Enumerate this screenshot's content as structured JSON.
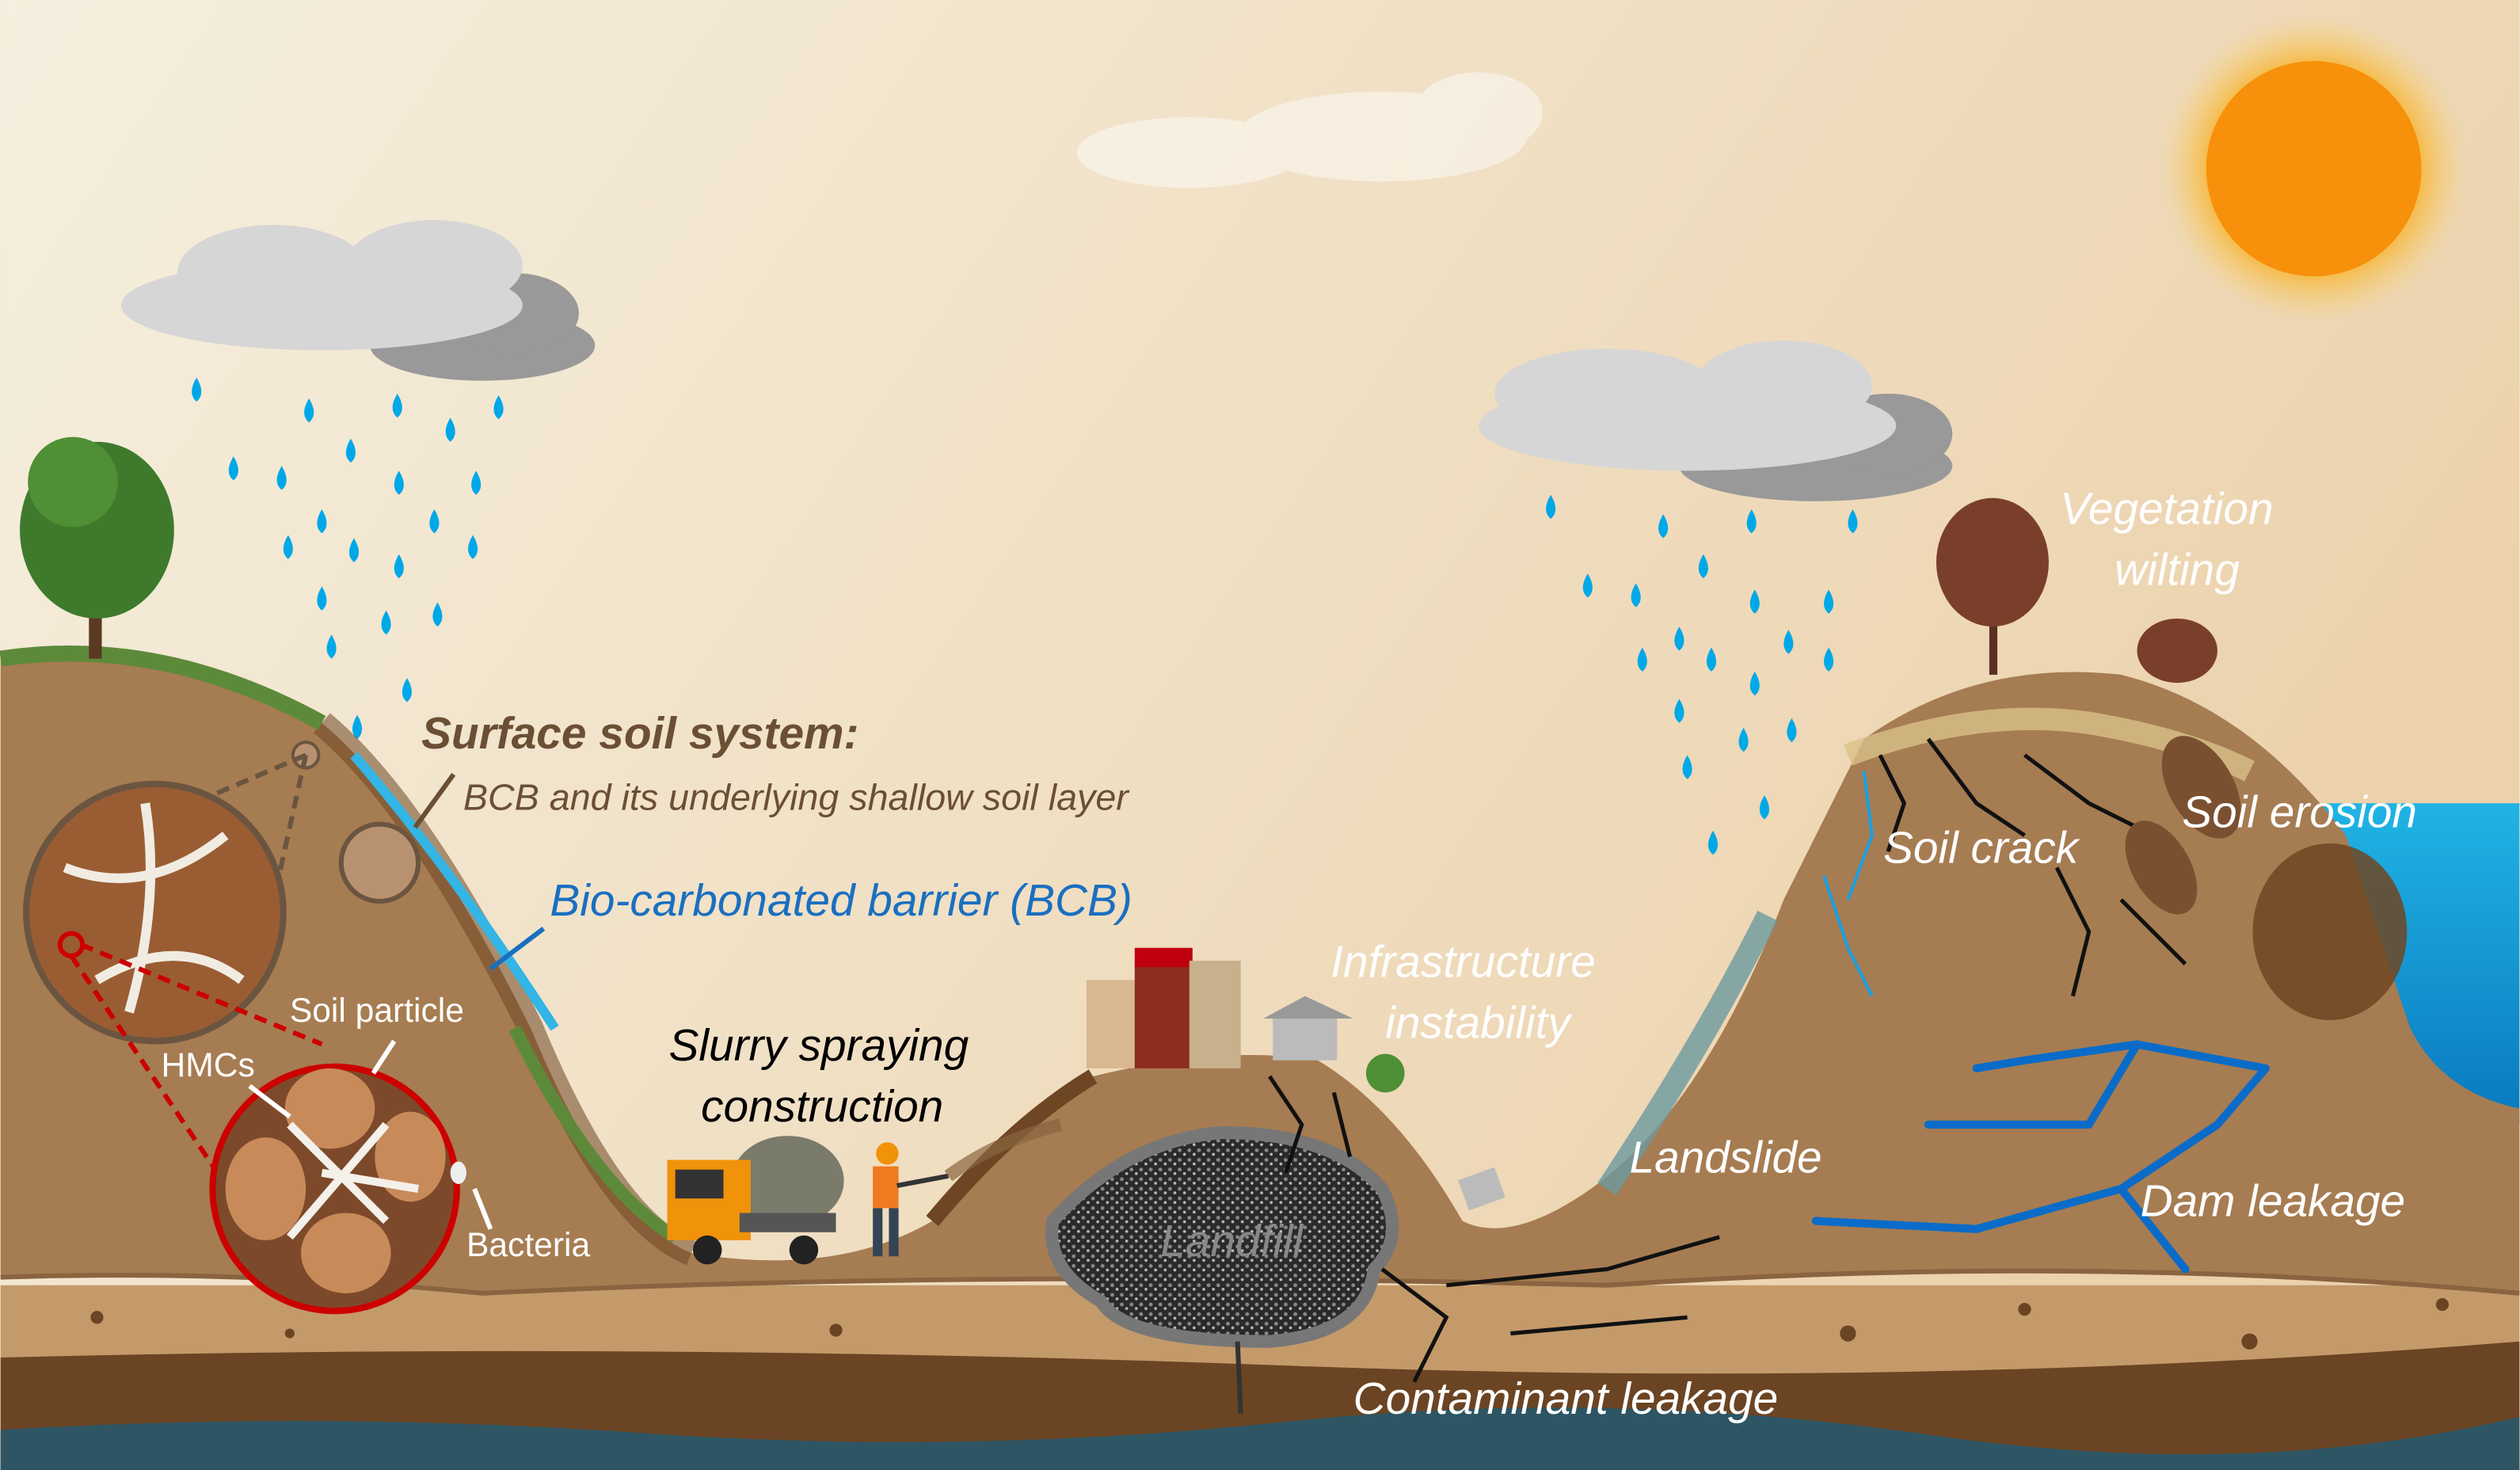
{
  "labels": {
    "surface_title": "Surface soil system:",
    "surface_sub": "BCB and its underlying shallow soil layer",
    "bcb": "Bio-carbonated barrier (BCB)",
    "soil_particle": "Soil particle",
    "hmcs": "HMCs",
    "bacteria": "Bacteria",
    "slurry_1": "Slurry spraying",
    "slurry_2": "construction",
    "landfill": "Landfill",
    "infra_1": "Infrastructure",
    "infra_2": "instability",
    "landslide": "Landslide",
    "veg_1": "Vegetation",
    "veg_2": "wilting",
    "soil_crack": "Soil crack",
    "soil_erosion": "Soil erosion",
    "dam_leakage": "Dam leakage",
    "contaminant": "Contaminant leakage"
  },
  "colors": {
    "sky": "#f3ead7",
    "soil": "#a67c52",
    "soil_dark": "#6e4623",
    "bcb_blue": "#1a6fc0",
    "rain": "#00a8e8",
    "sun": "#f7900a",
    "water": "#1aa0d8"
  }
}
